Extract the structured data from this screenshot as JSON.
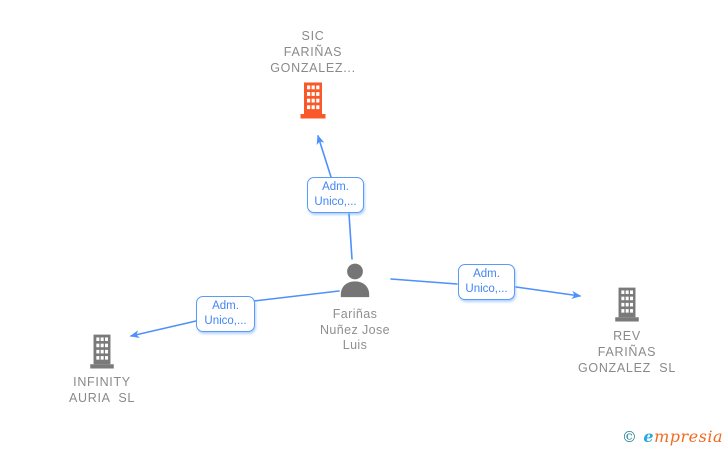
{
  "colors": {
    "edge_blue": "#4d90fe",
    "edge_label_text": "#4285f4",
    "edge_label_border": "#5b9bf8",
    "node_gray": "#7a7a7a",
    "node_highlight_orange": "#f95928",
    "label_gray": "#8a8a8a",
    "watermark_teal": "#1d7f95",
    "watermark_blue": "#2aa9e0",
    "watermark_orange": "#f26a21"
  },
  "nodes": {
    "company_top": {
      "icon": "building-icon",
      "lines": [
        "SIC",
        "FARIÑAS",
        "GONZALEZ..."
      ]
    },
    "person_center": {
      "icon": "person-icon",
      "lines": [
        "Fariñas",
        "Nuñez Jose",
        "Luis"
      ]
    },
    "company_left": {
      "icon": "building-icon",
      "lines": [
        "INFINITY",
        "AURIA  SL"
      ]
    },
    "company_right": {
      "icon": "building-icon",
      "lines": [
        "REV",
        "FARIÑAS",
        "GONZALEZ  SL"
      ]
    }
  },
  "edges": {
    "to_top": {
      "label_lines": [
        "Adm.",
        "Unico,..."
      ]
    },
    "to_left": {
      "label_lines": [
        "Adm.",
        "Unico,..."
      ]
    },
    "to_right": {
      "label_lines": [
        "Adm.",
        "Unico,..."
      ]
    }
  },
  "watermark": {
    "copyright": "©",
    "brand_initial": "e",
    "brand_rest": "mpresia"
  }
}
